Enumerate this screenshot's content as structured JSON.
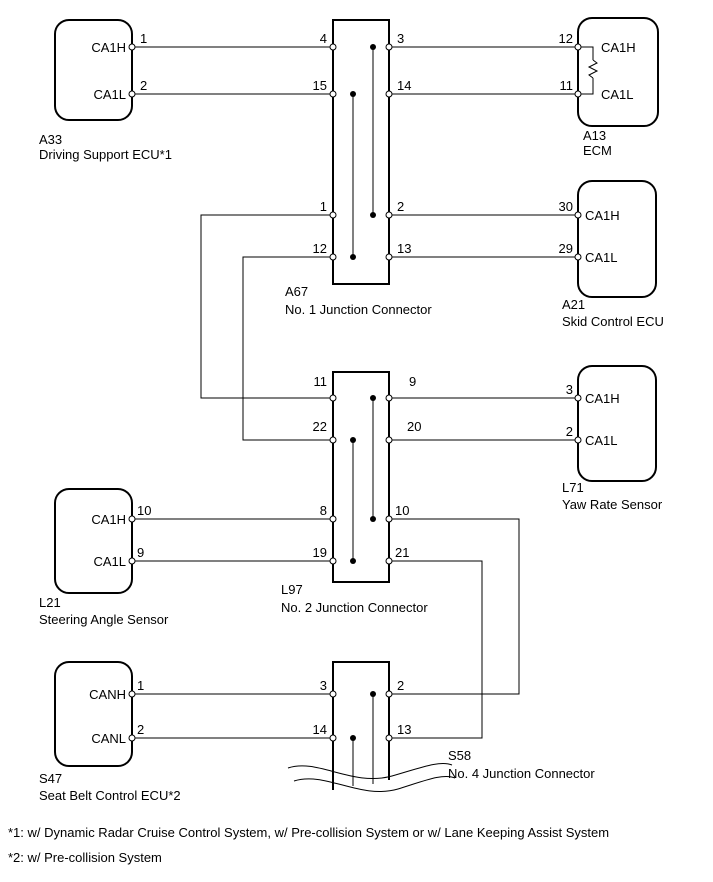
{
  "components": {
    "a33": {
      "id": "A33",
      "name": "Driving Support ECU*1",
      "pins": [
        "CA1H",
        "CA1L"
      ],
      "pin_numbers": [
        "1",
        "2"
      ]
    },
    "a13": {
      "id": "A13",
      "name": "ECM",
      "pins": [
        "CA1H",
        "CA1L"
      ],
      "pin_numbers": [
        "12",
        "11"
      ]
    },
    "a21": {
      "id": "A21",
      "name": "Skid Control ECU",
      "pins": [
        "CA1H",
        "CA1L"
      ],
      "pin_numbers": [
        "30",
        "29"
      ]
    },
    "l71": {
      "id": "L71",
      "name": "Yaw Rate Sensor",
      "pins": [
        "CA1H",
        "CA1L"
      ],
      "pin_numbers": [
        "3",
        "2"
      ]
    },
    "l21": {
      "id": "L21",
      "name": "Steering Angle Sensor",
      "pins": [
        "CA1H",
        "CA1L"
      ],
      "pin_numbers": [
        "10",
        "9"
      ]
    },
    "s47": {
      "id": "S47",
      "name": "Seat Belt Control ECU*2",
      "pins": [
        "CANH",
        "CANL"
      ],
      "pin_numbers": [
        "1",
        "2"
      ]
    }
  },
  "junctions": {
    "a67": {
      "id": "A67",
      "name": "No. 1 Junction Connector",
      "left_pins": [
        "4",
        "15",
        "1",
        "12"
      ],
      "right_pins": [
        "3",
        "14",
        "2",
        "13"
      ]
    },
    "l97": {
      "id": "L97",
      "name": "No. 2 Junction Connector",
      "left_pins": [
        "11",
        "22",
        "8",
        "19"
      ],
      "right_pins": [
        "9",
        "20",
        "10",
        "21"
      ]
    },
    "s58": {
      "id": "S58",
      "name": "No. 4 Junction Connector",
      "left_pins": [
        "3",
        "14"
      ],
      "right_pins": [
        "2",
        "13"
      ]
    }
  },
  "footnotes": [
    "*1: w/ Dynamic Radar Cruise Control System, w/ Pre-collision System or w/ Lane Keeping Assist System",
    "*2: w/ Pre-collision System"
  ]
}
